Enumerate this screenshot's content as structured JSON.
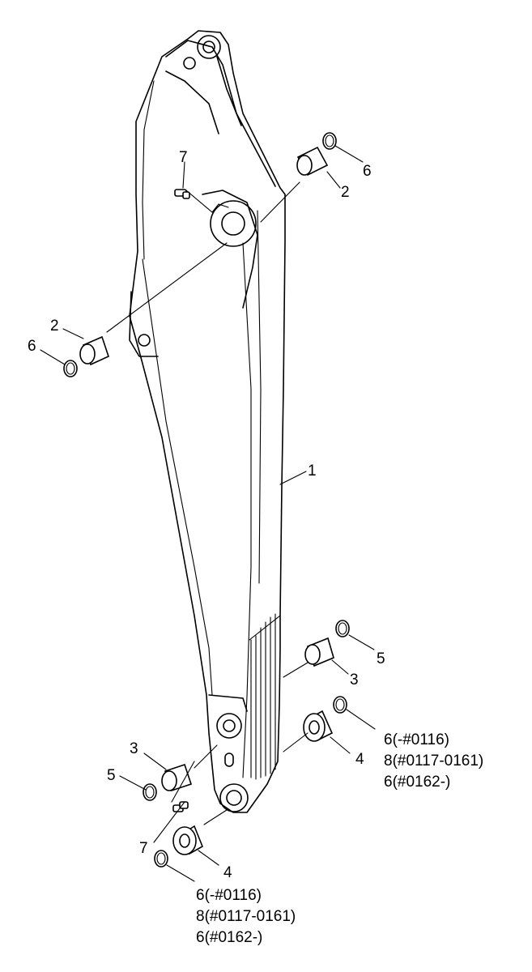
{
  "callouts": {
    "c1": "1",
    "c2_right": "2",
    "c2_left": "2",
    "c3_right": "3",
    "c3_left": "3",
    "c4_right": "4",
    "c4_bottom": "4",
    "c5_right": "5",
    "c5_left": "5",
    "c6_top": "6",
    "c6_left": "6",
    "c7_top": "7",
    "c7_bottom": "7"
  },
  "notes_right": [
    "6(-#0116)",
    "8(#0117-0161)",
    "6(#0162-)"
  ],
  "notes_bottom": [
    "6(-#0116)",
    "8(#0117-0161)",
    "6(#0162-)"
  ],
  "colors": {
    "line": "#000000",
    "background": "#ffffff"
  }
}
